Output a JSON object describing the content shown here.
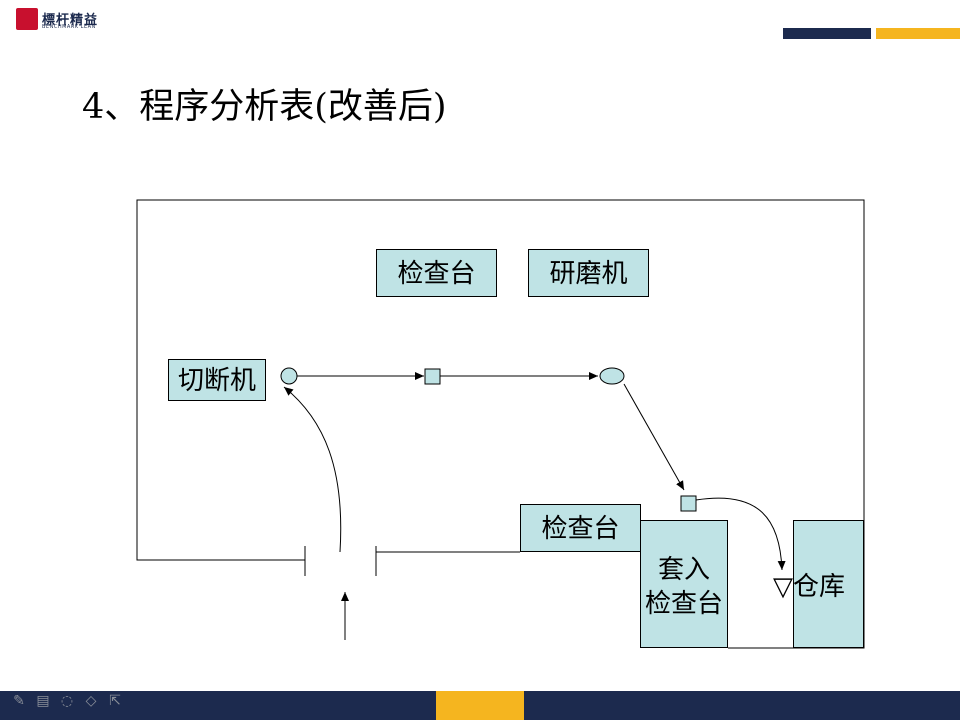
{
  "logo": {
    "main": "標杆精益",
    "sub": "BENCHMARK LEAN"
  },
  "title": "4、程序分析表(改善后)",
  "stations": {
    "inspection_top": "检查台",
    "grinder": "研磨机",
    "cutter": "切断机",
    "inspection_bottom": "检查台",
    "fit_inspection_line1": "套入",
    "fit_inspection_line2": "检查台",
    "warehouse": "▽仓库"
  },
  "symbols": [
    "operation-circle",
    "inspection-square",
    "operation-ellipse",
    "inspection-square",
    "storage-triangle"
  ],
  "colors": {
    "box_fill": "#bfe3e5",
    "navy": "#1c2a4e",
    "gold": "#f5b51f"
  },
  "toolbar": [
    "pen-icon",
    "slide-icon",
    "ink-icon",
    "eraser-icon",
    "pointer-icon"
  ]
}
